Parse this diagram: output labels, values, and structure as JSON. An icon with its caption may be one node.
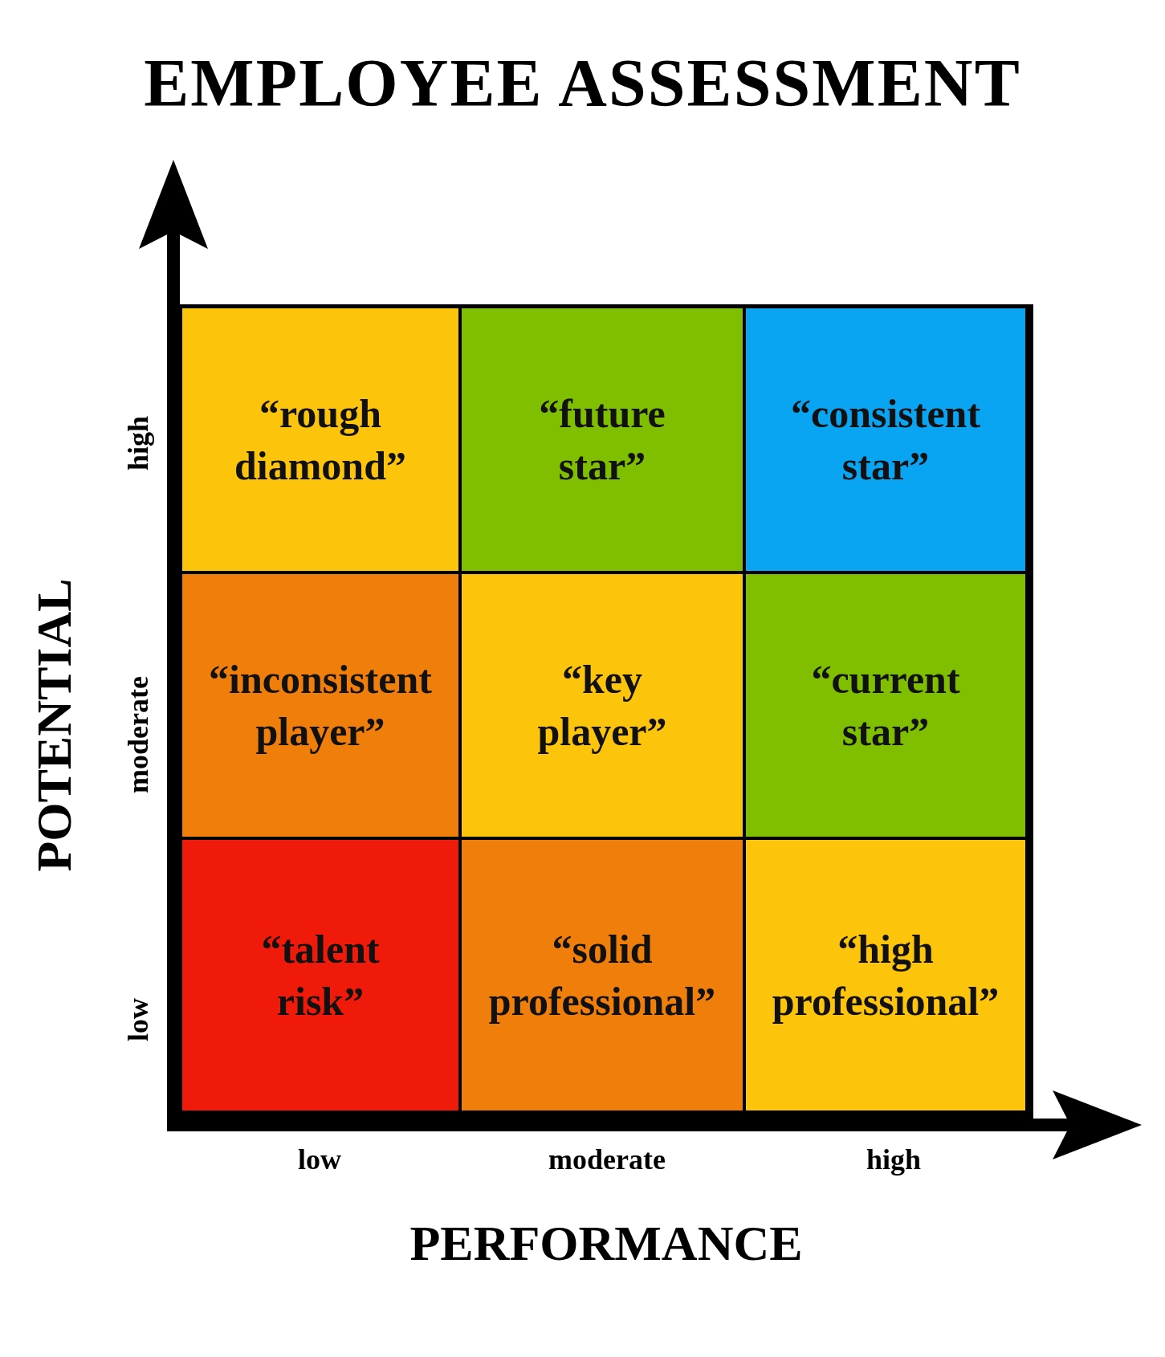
{
  "diagram": {
    "title": "EMPLOYEE ASSESSMENT",
    "nodes": [
      {
        "text": [
          "“rough diamond”"
        ]
      },
      {
        "text": [
          "“future star”"
        ]
      },
      {
        "text": [
          "“consistent star”"
        ]
      },
      {
        "text": [
          "“inconsistent player”"
        ]
      },
      {
        "text": [
          "“key player”"
        ]
      },
      {
        "text": [
          "“current star”"
        ]
      },
      {
        "text": [
          "“talent risk”"
        ]
      },
      {
        "text": [
          "“solid professional”"
        ]
      },
      {
        "text": [
          "“high professional”"
        ]
      }
    ],
    "labels": [
      "POTENTIAL",
      "high",
      "moderate",
      "low",
      "low",
      "moderate",
      "high",
      "PERFORMANCE"
    ]
  }
}
